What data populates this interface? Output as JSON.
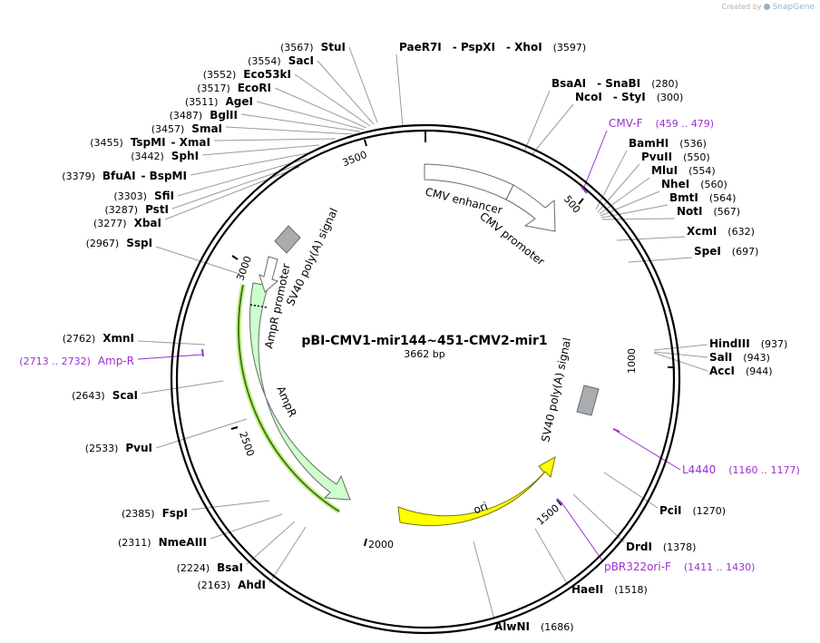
{
  "credit": {
    "prefix": "Created by",
    "brand": "SnapGene"
  },
  "plasmid": {
    "name": "pBI-CMV1-mir144~451-CMV2-mir1",
    "length_label": "3662 bp",
    "length": 3662
  },
  "ticks": [
    {
      "pos": 500,
      "label": "500"
    },
    {
      "pos": 1000,
      "label": "1000"
    },
    {
      "pos": 1500,
      "label": "1500"
    },
    {
      "pos": 2000,
      "label": "2000"
    },
    {
      "pos": 2500,
      "label": "2500"
    },
    {
      "pos": 3000,
      "label": "3000"
    },
    {
      "pos": 3500,
      "label": "3500"
    }
  ],
  "features": [
    {
      "name": "cmv-enhancer",
      "label": "CMV enhancer"
    },
    {
      "name": "cmv-promoter",
      "label": "CMV promoter"
    },
    {
      "name": "sv40-polya-right",
      "label": "SV40 poly(A) signal"
    },
    {
      "name": "ori",
      "label": "ori",
      "color": "#ffff00"
    },
    {
      "name": "ampr",
      "label": "AmpR",
      "color": "#ccffcc"
    },
    {
      "name": "ampr-promoter",
      "label": "AmpR promoter"
    },
    {
      "name": "sv40-polya-left",
      "label": "SV40 poly(A) signal"
    }
  ],
  "sites": [
    {
      "name": "PaeR7I",
      "extra": [
        "PspXI",
        "XhoI"
      ],
      "pos": "(3597)"
    },
    {
      "name": "BsaAI",
      "extra": [
        "SnaBI"
      ],
      "pos": "(280)"
    },
    {
      "name": "NcoI",
      "extra": [
        "StyI"
      ],
      "pos": "(300)"
    },
    {
      "name": "BamHI",
      "extra": [],
      "pos": "(536)"
    },
    {
      "name": "PvuII",
      "extra": [],
      "pos": "(550)"
    },
    {
      "name": "MluI",
      "extra": [],
      "pos": "(554)"
    },
    {
      "name": "NheI",
      "extra": [],
      "pos": "(560)"
    },
    {
      "name": "BmtI",
      "extra": [],
      "pos": "(564)"
    },
    {
      "name": "NotI",
      "extra": [],
      "pos": "(567)"
    },
    {
      "name": "XcmI",
      "extra": [],
      "pos": "(632)"
    },
    {
      "name": "SpeI",
      "extra": [],
      "pos": "(697)"
    },
    {
      "name": "HindIII",
      "extra": [],
      "pos": "(937)"
    },
    {
      "name": "SalI",
      "extra": [],
      "pos": "(943)"
    },
    {
      "name": "AccI",
      "extra": [],
      "pos": "(944)"
    },
    {
      "name": "PciI",
      "extra": [],
      "pos": "(1270)"
    },
    {
      "name": "DrdI",
      "extra": [],
      "pos": "(1378)"
    },
    {
      "name": "HaeII",
      "extra": [],
      "pos": "(1518)"
    },
    {
      "name": "AlwNI",
      "extra": [],
      "pos": "(1686)"
    },
    {
      "name": "AhdI",
      "extra": [],
      "pos": "(2163)"
    },
    {
      "name": "BsaI",
      "extra": [],
      "pos": "(2224)"
    },
    {
      "name": "NmeAIII",
      "extra": [],
      "pos": "(2311)"
    },
    {
      "name": "FspI",
      "extra": [],
      "pos": "(2385)"
    },
    {
      "name": "PvuI",
      "extra": [],
      "pos": "(2533)"
    },
    {
      "name": "ScaI",
      "extra": [],
      "pos": "(2643)"
    },
    {
      "name": "XmnI",
      "extra": [],
      "pos": "(2762)"
    },
    {
      "name": "SspI",
      "extra": [],
      "pos": "(2967)"
    },
    {
      "name": "XbaI",
      "extra": [],
      "pos": "(3277)"
    },
    {
      "name": "PstI",
      "extra": [],
      "pos": "(3287)"
    },
    {
      "name": "SfiI",
      "extra": [],
      "pos": "(3303)"
    },
    {
      "name": "BfuAI",
      "extra": [
        "BspMI"
      ],
      "pos": "(3379)"
    },
    {
      "name": "SphI",
      "extra": [],
      "pos": "(3442)"
    },
    {
      "name": "TspMI",
      "extra": [
        "XmaI"
      ],
      "pos": "(3455)"
    },
    {
      "name": "SmaI",
      "extra": [],
      "pos": "(3457)"
    },
    {
      "name": "BglII",
      "extra": [],
      "pos": "(3487)"
    },
    {
      "name": "AgeI",
      "extra": [],
      "pos": "(3511)"
    },
    {
      "name": "EcoRI",
      "extra": [],
      "pos": "(3517)"
    },
    {
      "name": "Eco53kI",
      "extra": [],
      "pos": "(3552)"
    },
    {
      "name": "SacI",
      "extra": [],
      "pos": "(3554)"
    },
    {
      "name": "StuI",
      "extra": [],
      "pos": "(3567)"
    }
  ],
  "primers": [
    {
      "name": "CMV-F",
      "range": "(459 .. 479)"
    },
    {
      "name": "L4440",
      "range": "(1160 .. 1177)"
    },
    {
      "name": "pBR322ori-F",
      "range": "(1411 .. 1430)"
    },
    {
      "name": "Amp-R",
      "range": "(2713 .. 2732)"
    }
  ],
  "colors": {
    "primer": "#9c2fd0",
    "ori": "#ffff00",
    "ampr": "#ccffcc",
    "ampr_outline": "#3d7a1a",
    "ampr_glow": "#c8f08a",
    "terminator": "#a9adb0"
  }
}
